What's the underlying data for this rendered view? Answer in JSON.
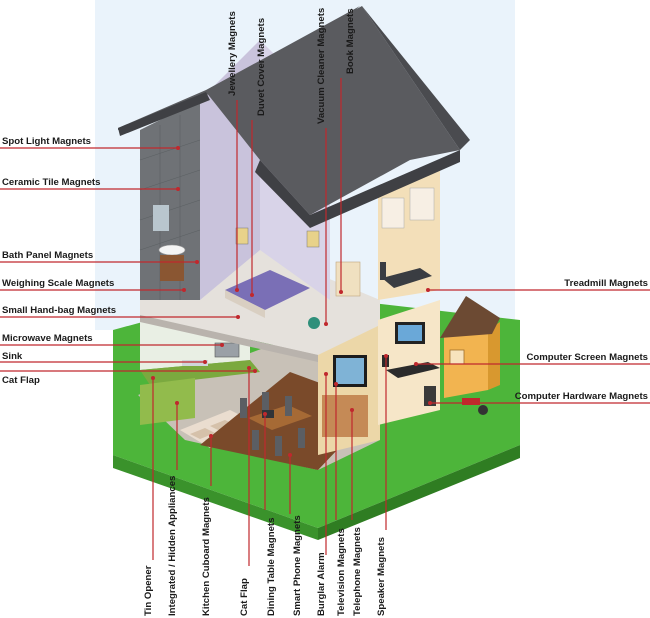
{
  "diagram": {
    "labels_left": [
      "Spot Light Magnets",
      "Ceramic Tile Magnets",
      "Bath Panel Magnets",
      "Weighing Scale Magnets",
      "Small Hand-bag Magnets",
      "Microwave Magnets",
      "Sink",
      "Cat Flap"
    ],
    "labels_right": [
      "Treadmill Magnets",
      "Computer Screen Magnets",
      "Computer Hardware Magnets"
    ],
    "labels_top": [
      "Jewellery Magnets",
      "Duvet Cover Magnets",
      "Vacuum Cleaner Magnets",
      "Book Magnets"
    ],
    "labels_bottom": [
      "Tin Opener",
      "Integrated / Hidden Appliances",
      "Kitchen Cuboard Magnets",
      "Cat Flap",
      "Dining Table Magnets",
      "Smart Phone Magnets",
      "Burglar Alarm",
      "Television Magnets",
      "Telephone Magnets",
      "Speaker Magnets"
    ]
  },
  "colors": {
    "leader": "#c0282d",
    "grass": "#4db53a",
    "roof": "#5a5b5f",
    "wall_lilac": "#c9c3dc",
    "wall_peach": "#f3dfb9",
    "floor_wood": "#7a4a2a"
  }
}
